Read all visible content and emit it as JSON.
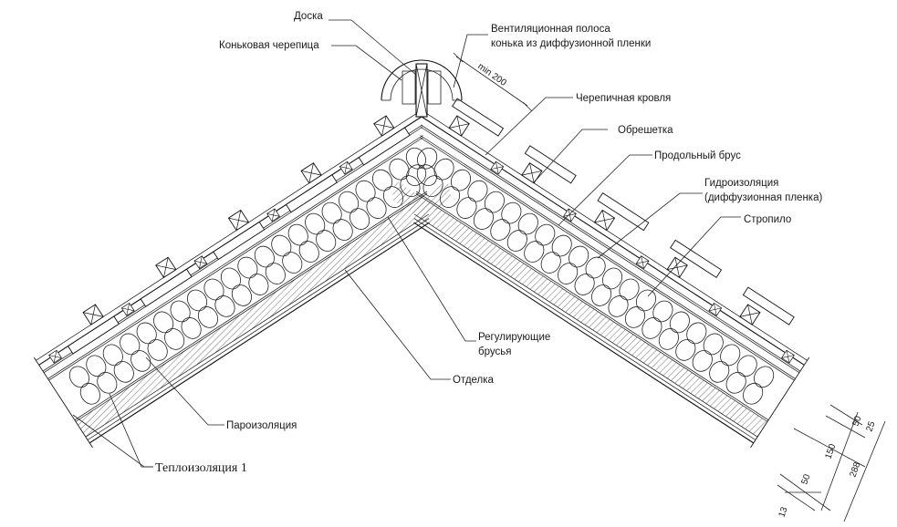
{
  "labels": {
    "board": "Доска",
    "ridge_tile": "Коньковая черепица",
    "vent_strip": "Вентиляционная полоса",
    "vent_strip_2": "конька из диффузионной пленки",
    "tile_roof": "Черепичная кровля",
    "battens": "Обрешетка",
    "counter_batten": "Продольный брус",
    "waterproofing": "Гидроизоляция",
    "waterproofing_2": "(диффузионная пленка)",
    "rafter": "Стропило",
    "adjusting_bars": "Регулирующие",
    "adjusting_bars_2": "брусья",
    "finish": "Отделка",
    "vapor_barrier": "Пароизоляция",
    "insulation": "Теплоизоляция 1"
  },
  "dimensions": {
    "min_overlap": "min 200",
    "d50_top": "50",
    "d25": "25",
    "d150": "150",
    "d288": "288",
    "d50_bottom": "50",
    "d13": "13"
  }
}
